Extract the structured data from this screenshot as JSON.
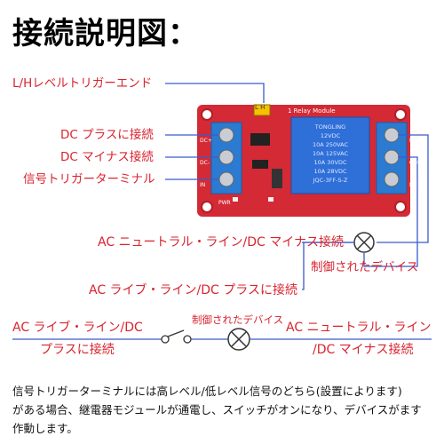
{
  "title": "接続説明図：",
  "labels": {
    "trigger_end": "L/Hレベルトリガーエンド",
    "dc_plus": "DC プラスに接続",
    "dc_minus": "DC マイナス接続",
    "signal_trigger": "信号トリガーターミナル",
    "ac_neutral_dc_minus": "AC ニュートラル・ライン/DC マイナス接続",
    "controlled_device_1": "制御されたデバイス",
    "ac_live_dc_plus": "AC ライブ・ライン/DC プラスに接続",
    "ac_live_line1": "AC ライブ・ライン/DC",
    "ac_live_line2": "プラスに接続",
    "controlled_device_2": "制御されたデバイス",
    "ac_neutral_line1": "AC ニュートラル・ライン",
    "ac_neutral_line2": "/DC マイナス接続"
  },
  "board": {
    "module_text": "1 Relay Module",
    "relay_brand": "TONGLING",
    "relay_line1": "12VDC",
    "relay_line2": "10A 250VAC",
    "relay_line3": "10A 125VAC",
    "relay_line4": "10A 30VDC",
    "relay_line5": "10A 28VDC",
    "relay_model": "JQC-3FF-S-Z",
    "left_pins": [
      "DC+",
      "DC-",
      "IN"
    ],
    "right_pins": [
      "NO",
      "COM",
      "NC"
    ],
    "jumper_text": "L H",
    "pwr_text": "PWR"
  },
  "description": {
    "line1": "信号トリガーターミナルには高レベル/低レベル信号のどちら(設置によります)",
    "line2": "がある場合、継電器モジュールが通電し、スイッチがオンになり、デバイスがます",
    "line3": "作動します。"
  },
  "colors": {
    "label_red": "#d9232e",
    "board_red": "#d42a35",
    "relay_blue": "#2e6fd8",
    "terminal_blue": "#2a7bd1",
    "wire_blue": "#3b5bcc"
  }
}
